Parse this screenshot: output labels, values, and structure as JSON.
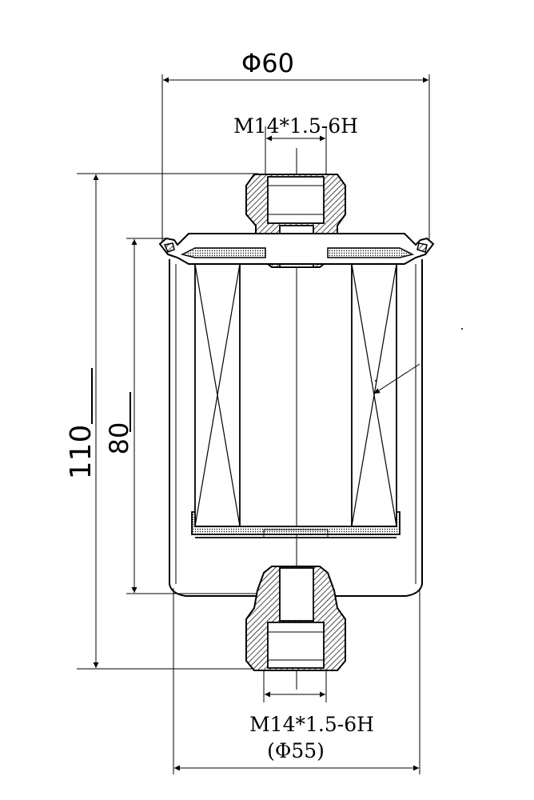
{
  "drawing": {
    "dimensions": {
      "top_diameter": "Φ60",
      "top_thread": "M14*1.5-6H",
      "overall_height": "110",
      "body_height": "80",
      "bottom_thread": "M14*1.5-6H",
      "bottom_diameter": "(Φ55)"
    },
    "colors": {
      "line": "#000000",
      "background": "#ffffff"
    }
  }
}
